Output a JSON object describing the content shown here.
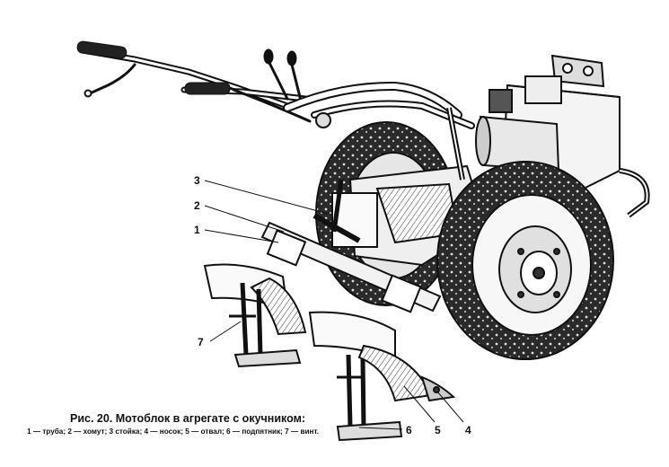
{
  "figure": {
    "caption_title": "Рис. 20. Мотоблок в агрегате с окучником:",
    "caption_legend": "1 — труба; 2 — хомут; 3 стойка; 4 — носок; 5 — отвал; 6 — подпятник; 7 — винт.",
    "callouts": {
      "n1": "1",
      "n2": "2",
      "n3": "3",
      "n4": "4",
      "n5": "5",
      "n6": "6",
      "n7": "7"
    }
  }
}
